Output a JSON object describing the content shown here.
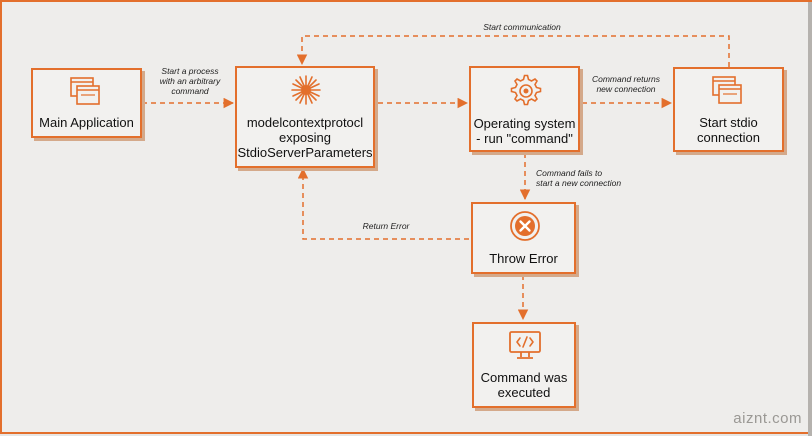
{
  "nodes": {
    "main_app": "Main Application",
    "mcp": "modelcontextprotocl\nexposing\nStdioServerParameters",
    "os": "Operating system\n- run \"command\"",
    "stdio": "Start stdio\nconnection",
    "throw_error": "Throw Error",
    "executed": "Command was\nexecuted"
  },
  "edges": {
    "start_process": "Start a process\nwith an arbitrary\ncommand",
    "start_communication": "Start communication",
    "command_returns": "Command returns\nnew connection",
    "command_fails": "Command fails to\nstart a new connection",
    "return_error": "Return Error"
  },
  "icons": {
    "main_app": "window-stack-icon",
    "mcp": "starburst-icon",
    "os": "gear-icon",
    "stdio": "window-stack-icon",
    "throw_error": "x-circle-icon",
    "executed": "monitor-code-icon"
  },
  "colors": {
    "accent": "#e36f2c",
    "background": "#eeedeb",
    "text": "#111111"
  },
  "watermark": "aiznt.com"
}
